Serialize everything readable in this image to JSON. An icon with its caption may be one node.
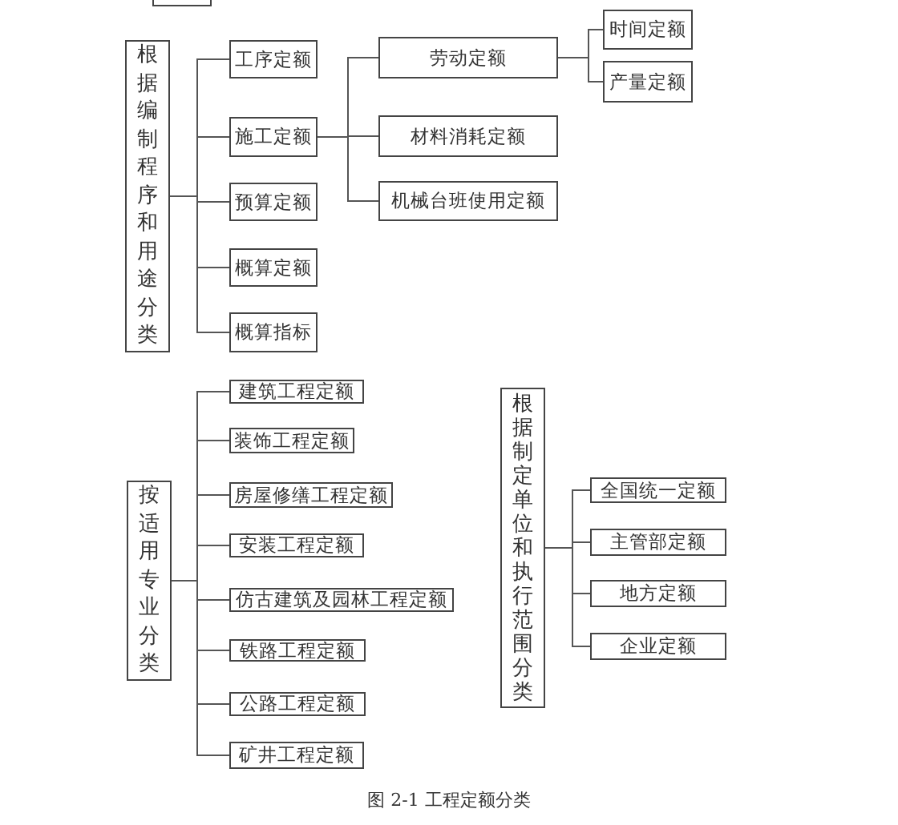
{
  "diagram": {
    "caption": "图 2-1 工程定额分类",
    "nodes": [
      {
        "text": [],
        "shape": "box"
      },
      {
        "text": [
          "根据编制程序和用途分类"
        ]
      },
      {
        "text": [
          "工序定额"
        ]
      },
      {
        "text": [
          "施工定额"
        ]
      },
      {
        "text": [
          "预算定额"
        ]
      },
      {
        "text": [
          "概算定额"
        ]
      },
      {
        "text": [
          "概算指标"
        ]
      },
      {
        "text": [
          "劳动定额"
        ]
      },
      {
        "text": [
          "材料消耗定额"
        ]
      },
      {
        "text": [
          "机械台班使用定额"
        ]
      },
      {
        "text": [
          "时间定额"
        ]
      },
      {
        "text": [
          "产量定额"
        ]
      },
      {
        "text": [
          "按适用专业分类"
        ]
      },
      {
        "text": [
          "建筑工程定额"
        ]
      },
      {
        "text": [
          "装饰工程定额"
        ]
      },
      {
        "text": [
          "房屋修缮工程定额"
        ]
      },
      {
        "text": [
          "安装工程定额"
        ]
      },
      {
        "text": [
          "仿古建筑及园林工程定额"
        ]
      },
      {
        "text": [
          "铁路工程定额"
        ]
      },
      {
        "text": [
          "公路工程定额"
        ]
      },
      {
        "text": [
          "矿井工程定额"
        ]
      },
      {
        "text": [
          "根据制定单位和执行范围分类"
        ]
      },
      {
        "text": [
          "全国统一定额"
        ]
      },
      {
        "text": [
          "主管部定额"
        ]
      },
      {
        "text": [
          "地方定额"
        ]
      },
      {
        "text": [
          "企业定额"
        ]
      }
    ],
    "edges": [
      {
        "from": 1,
        "to": 2,
        "arrow": "none"
      },
      {
        "from": 1,
        "to": 3,
        "arrow": "none"
      },
      {
        "from": 1,
        "to": 4,
        "arrow": "none"
      },
      {
        "from": 1,
        "to": 5,
        "arrow": "none"
      },
      {
        "from": 1,
        "to": 6,
        "arrow": "none"
      },
      {
        "from": 3,
        "to": 7,
        "arrow": "none"
      },
      {
        "from": 3,
        "to": 8,
        "arrow": "none"
      },
      {
        "from": 3,
        "to": 9,
        "arrow": "none"
      },
      {
        "from": 7,
        "to": 10,
        "arrow": "none"
      },
      {
        "from": 7,
        "to": 11,
        "arrow": "none"
      },
      {
        "from": 12,
        "to": 13,
        "arrow": "none"
      },
      {
        "from": 12,
        "to": 14,
        "arrow": "none"
      },
      {
        "from": 12,
        "to": 15,
        "arrow": "none"
      },
      {
        "from": 12,
        "to": 16,
        "arrow": "none"
      },
      {
        "from": 12,
        "to": 17,
        "arrow": "none"
      },
      {
        "from": 12,
        "to": 18,
        "arrow": "none"
      },
      {
        "from": 12,
        "to": 19,
        "arrow": "none"
      },
      {
        "from": 12,
        "to": 20,
        "arrow": "none"
      },
      {
        "from": 21,
        "to": 22,
        "arrow": "none"
      },
      {
        "from": 21,
        "to": 23,
        "arrow": "none"
      },
      {
        "from": 21,
        "to": 24,
        "arrow": "none"
      },
      {
        "from": 21,
        "to": 25,
        "arrow": "none"
      }
    ]
  }
}
